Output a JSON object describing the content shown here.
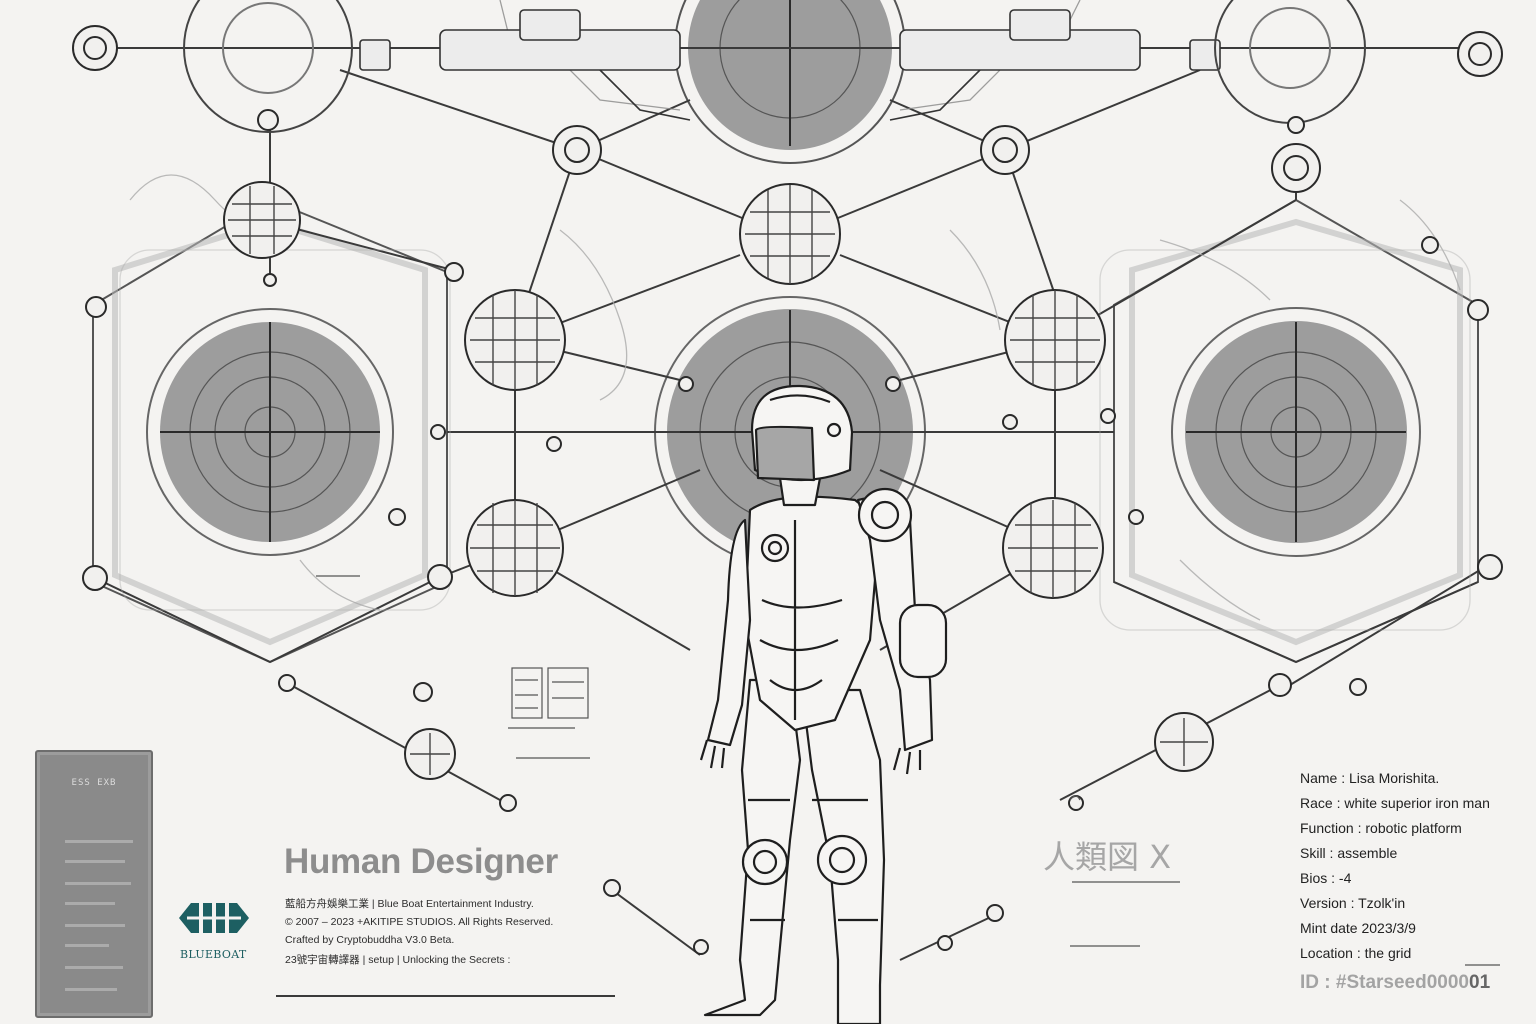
{
  "poster": {
    "title": "Human Designer",
    "credits": [
      "藍船方舟娛樂工業 | Blue Boat Entertainment Industry.",
      "© 2007 – 2023 +AKITIPE STUDIOS. All Rights Reserved.",
      "Crafted by Cryptobuddha V3.0 Beta.",
      "23號宇宙轉譯器 | setup | Unlocking the Secrets :"
    ],
    "kanji_label": "人類図 X"
  },
  "brand": {
    "logo_name": "BLUEBOAT",
    "logo_icon": "blueboat-logo-icon",
    "logo_color": "#1d5f62"
  },
  "card": {
    "title": "ESS EXB"
  },
  "character": {
    "fields": [
      "Name : Lisa Morishita.",
      "Race : white superior iron man",
      "Function : robotic platform",
      "Skill : assemble",
      "Bios : -4",
      "Version : Tzolk'in",
      "Mint date 2023/3/9",
      "Location : the grid"
    ],
    "id_prefix": "ID : #Starseed0000",
    "id_suffix": "01"
  },
  "colors": {
    "background": "#f4f3f1",
    "ink": "#2a2a2a",
    "disk": "#9d9d9d",
    "title": "#8d8d8d"
  }
}
